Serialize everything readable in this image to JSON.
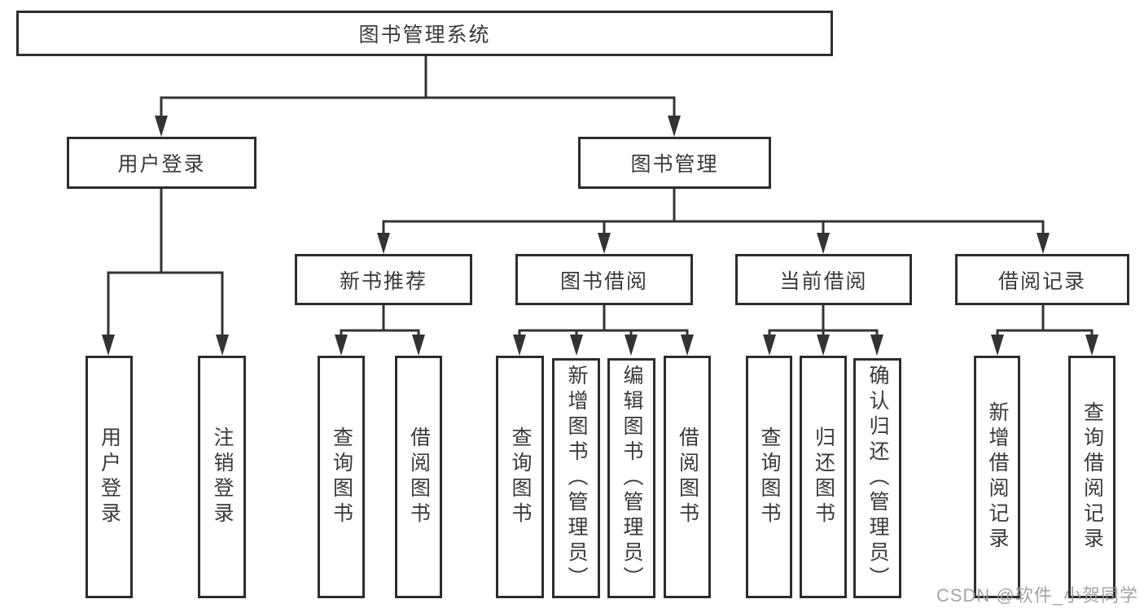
{
  "tree": {
    "root": {
      "label": "图书管理系统",
      "children": [
        {
          "label": "用户登录",
          "children": [
            {
              "label": "用户登录"
            },
            {
              "label": "注销登录"
            }
          ]
        },
        {
          "label": "图书管理",
          "children": [
            {
              "label": "新书推荐",
              "children": [
                {
                  "label": "查询图书"
                },
                {
                  "label": "借阅图书"
                }
              ]
            },
            {
              "label": "图书借阅",
              "children": [
                {
                  "label": "查询图书"
                },
                {
                  "label": "新增图书（管理员）"
                },
                {
                  "label": "编辑图书（管理员）"
                },
                {
                  "label": "借阅图书"
                }
              ]
            },
            {
              "label": "当前借阅",
              "children": [
                {
                  "label": "查询图书"
                },
                {
                  "label": "归还图书"
                },
                {
                  "label": "确认归还（管理员）"
                }
              ]
            },
            {
              "label": "借阅记录",
              "children": [
                {
                  "label": "新增借阅记录"
                },
                {
                  "label": "查询借阅记录"
                }
              ]
            }
          ]
        }
      ]
    }
  },
  "watermark": {
    "text": "CSDN @软件_小贺同学"
  },
  "colors": {
    "line": "#333333",
    "box_border": "#2d2d2d",
    "text": "#3a3a3a",
    "watermark": "#9b9b9b",
    "background": "#ffffff"
  }
}
